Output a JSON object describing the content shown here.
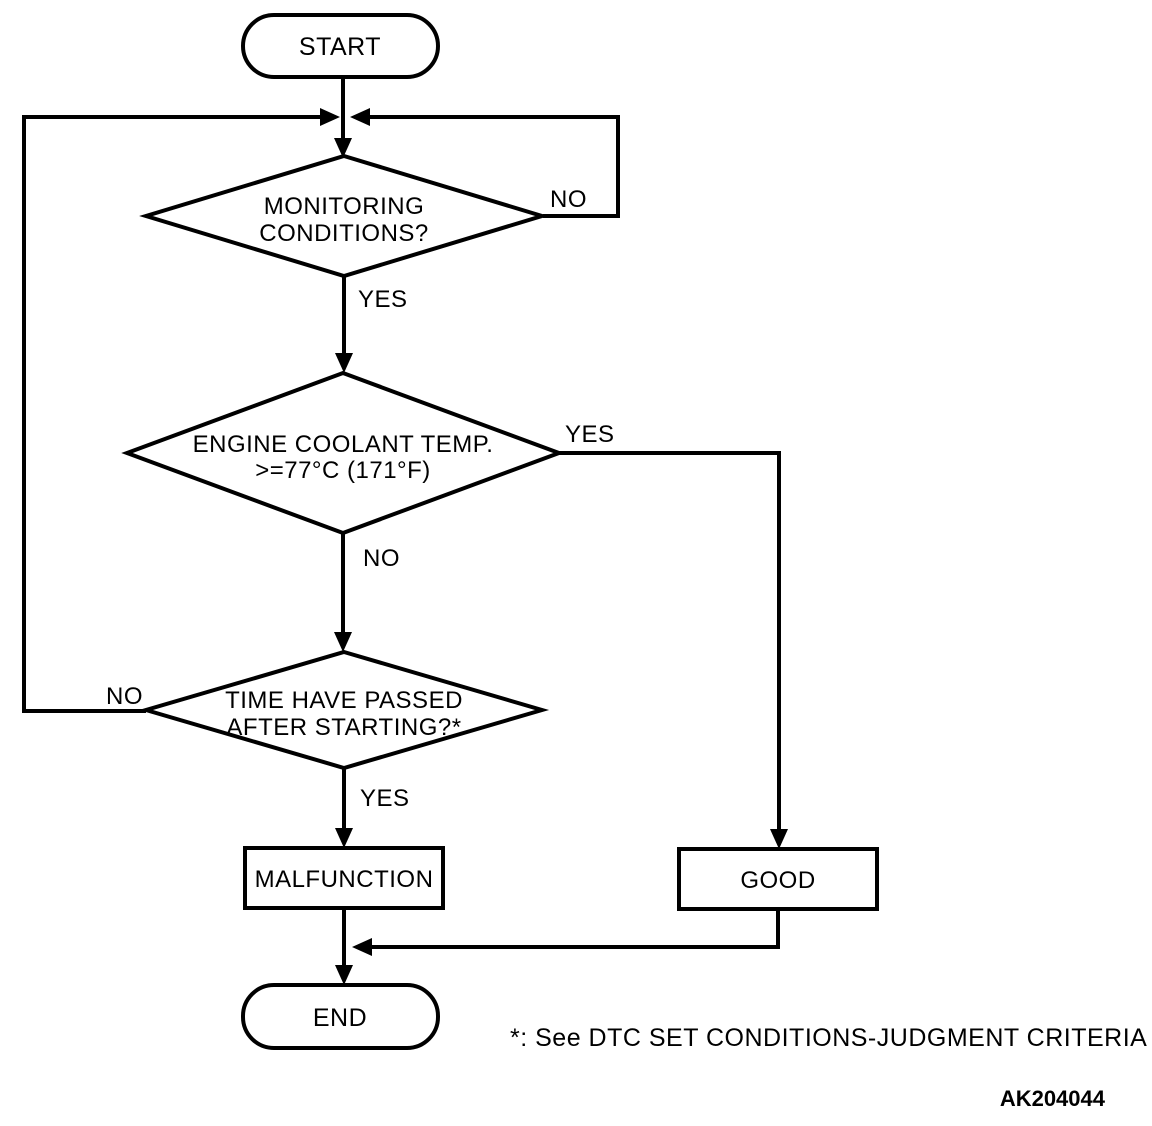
{
  "colors": {
    "line": "#000000",
    "background": "#ffffff"
  },
  "flowchart": {
    "nodes": {
      "start": {
        "label": "START",
        "type": "terminator"
      },
      "monitoring": {
        "line1": "MONITORING",
        "line2": "CONDITIONS?",
        "type": "decision"
      },
      "coolant": {
        "line1": "ENGINE COOLANT TEMP.",
        "line2": ">=77°C (171°F)",
        "type": "decision"
      },
      "time": {
        "line1": "TIME HAVE PASSED",
        "line2": "AFTER STARTING?*",
        "type": "decision"
      },
      "malfunction": {
        "label": "MALFUNCTION",
        "type": "process"
      },
      "good": {
        "label": "GOOD",
        "type": "process"
      },
      "end": {
        "label": "END",
        "type": "terminator"
      }
    },
    "edge_labels": {
      "monitoring_no": "NO",
      "monitoring_yes": "YES",
      "coolant_yes": "YES",
      "coolant_no": "NO",
      "time_no": "NO",
      "time_yes": "YES"
    },
    "footnote": "*: See DTC SET CONDITIONS-JUDGMENT CRITERIA",
    "figure_code": "AK204044"
  }
}
